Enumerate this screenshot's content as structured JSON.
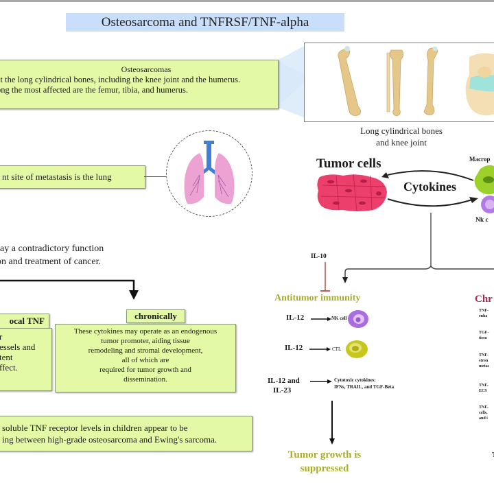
{
  "title": "Osteosarcoma and TNFRSF/TNF-alpha",
  "osteosarcomas": {
    "heading": "Osteosarcomas",
    "lines": [
      "ct the long cylindrical bones, including the knee joint and the humerus.",
      "ong the most affected are the femur, tibia, and humerus."
    ]
  },
  "bones": {
    "caption_lines": [
      "Long cylindrical bones",
      "and knee joint"
    ]
  },
  "metastasis": {
    "text": "nt site of metastasis is the lung"
  },
  "contradictory": {
    "lines": [
      "es play a contradictory function",
      "ession and treatment of cancer."
    ]
  },
  "local_tnf": {
    "tab": "ocal TNF",
    "lines": [
      "r",
      "essels and",
      "tent",
      "ffect."
    ]
  },
  "chronically": {
    "tab": "chronically",
    "lines": [
      "These cytokines may operate as an endogenous",
      "tumor promoter, aiding tissue",
      "remodeling and stromal development,",
      "all of which are",
      "required for tumor growth and",
      "dissemination."
    ]
  },
  "soluble": {
    "lines": [
      "soluble TNF receptor levels in children appear to be",
      "ing between high-grade osteosarcoma and Ewing's sarcoma."
    ]
  },
  "tumor_cells": {
    "label": "Tumor cells",
    "cytokines": "Cytokines",
    "macrophage_label": "Macrop",
    "nk_label": "Nk c"
  },
  "antitumor": {
    "il10": "IL-10",
    "label": "Antitumor immunity",
    "rows": [
      {
        "source": "IL-12",
        "target": "NK cell"
      },
      {
        "source": "IL-12",
        "target": "CTL"
      },
      {
        "source_lines": [
          "IL-12 and",
          "IL-23"
        ],
        "target_lines": [
          "Cytotoxic cytokines:",
          "IFNs, TRAIL, and TGF-Beta"
        ]
      }
    ],
    "result_lines": [
      "Tumor growth is",
      "suppressed"
    ]
  },
  "chronic_panel": {
    "label": "Chr",
    "items": [
      [
        "TNF-",
        "enha"
      ],
      [
        "TGF-",
        "tissu"
      ],
      [
        "TNF-",
        "stron",
        "metas"
      ],
      [
        "TNF-",
        "ECS"
      ],
      [
        "TNF-",
        "cells,",
        "and i"
      ]
    ],
    "bottom": "T"
  },
  "colors": {
    "title_bg": "#c9defa",
    "box_bg": "#e4f9a6",
    "antitumor": "#a9ad2e",
    "chronic": "#a0284c",
    "tumor_cell": "#ec3f6c",
    "nk_cell": "#b27ae6",
    "ctl_cell": "#c8c71c",
    "macrophage": "#9bd12a"
  }
}
